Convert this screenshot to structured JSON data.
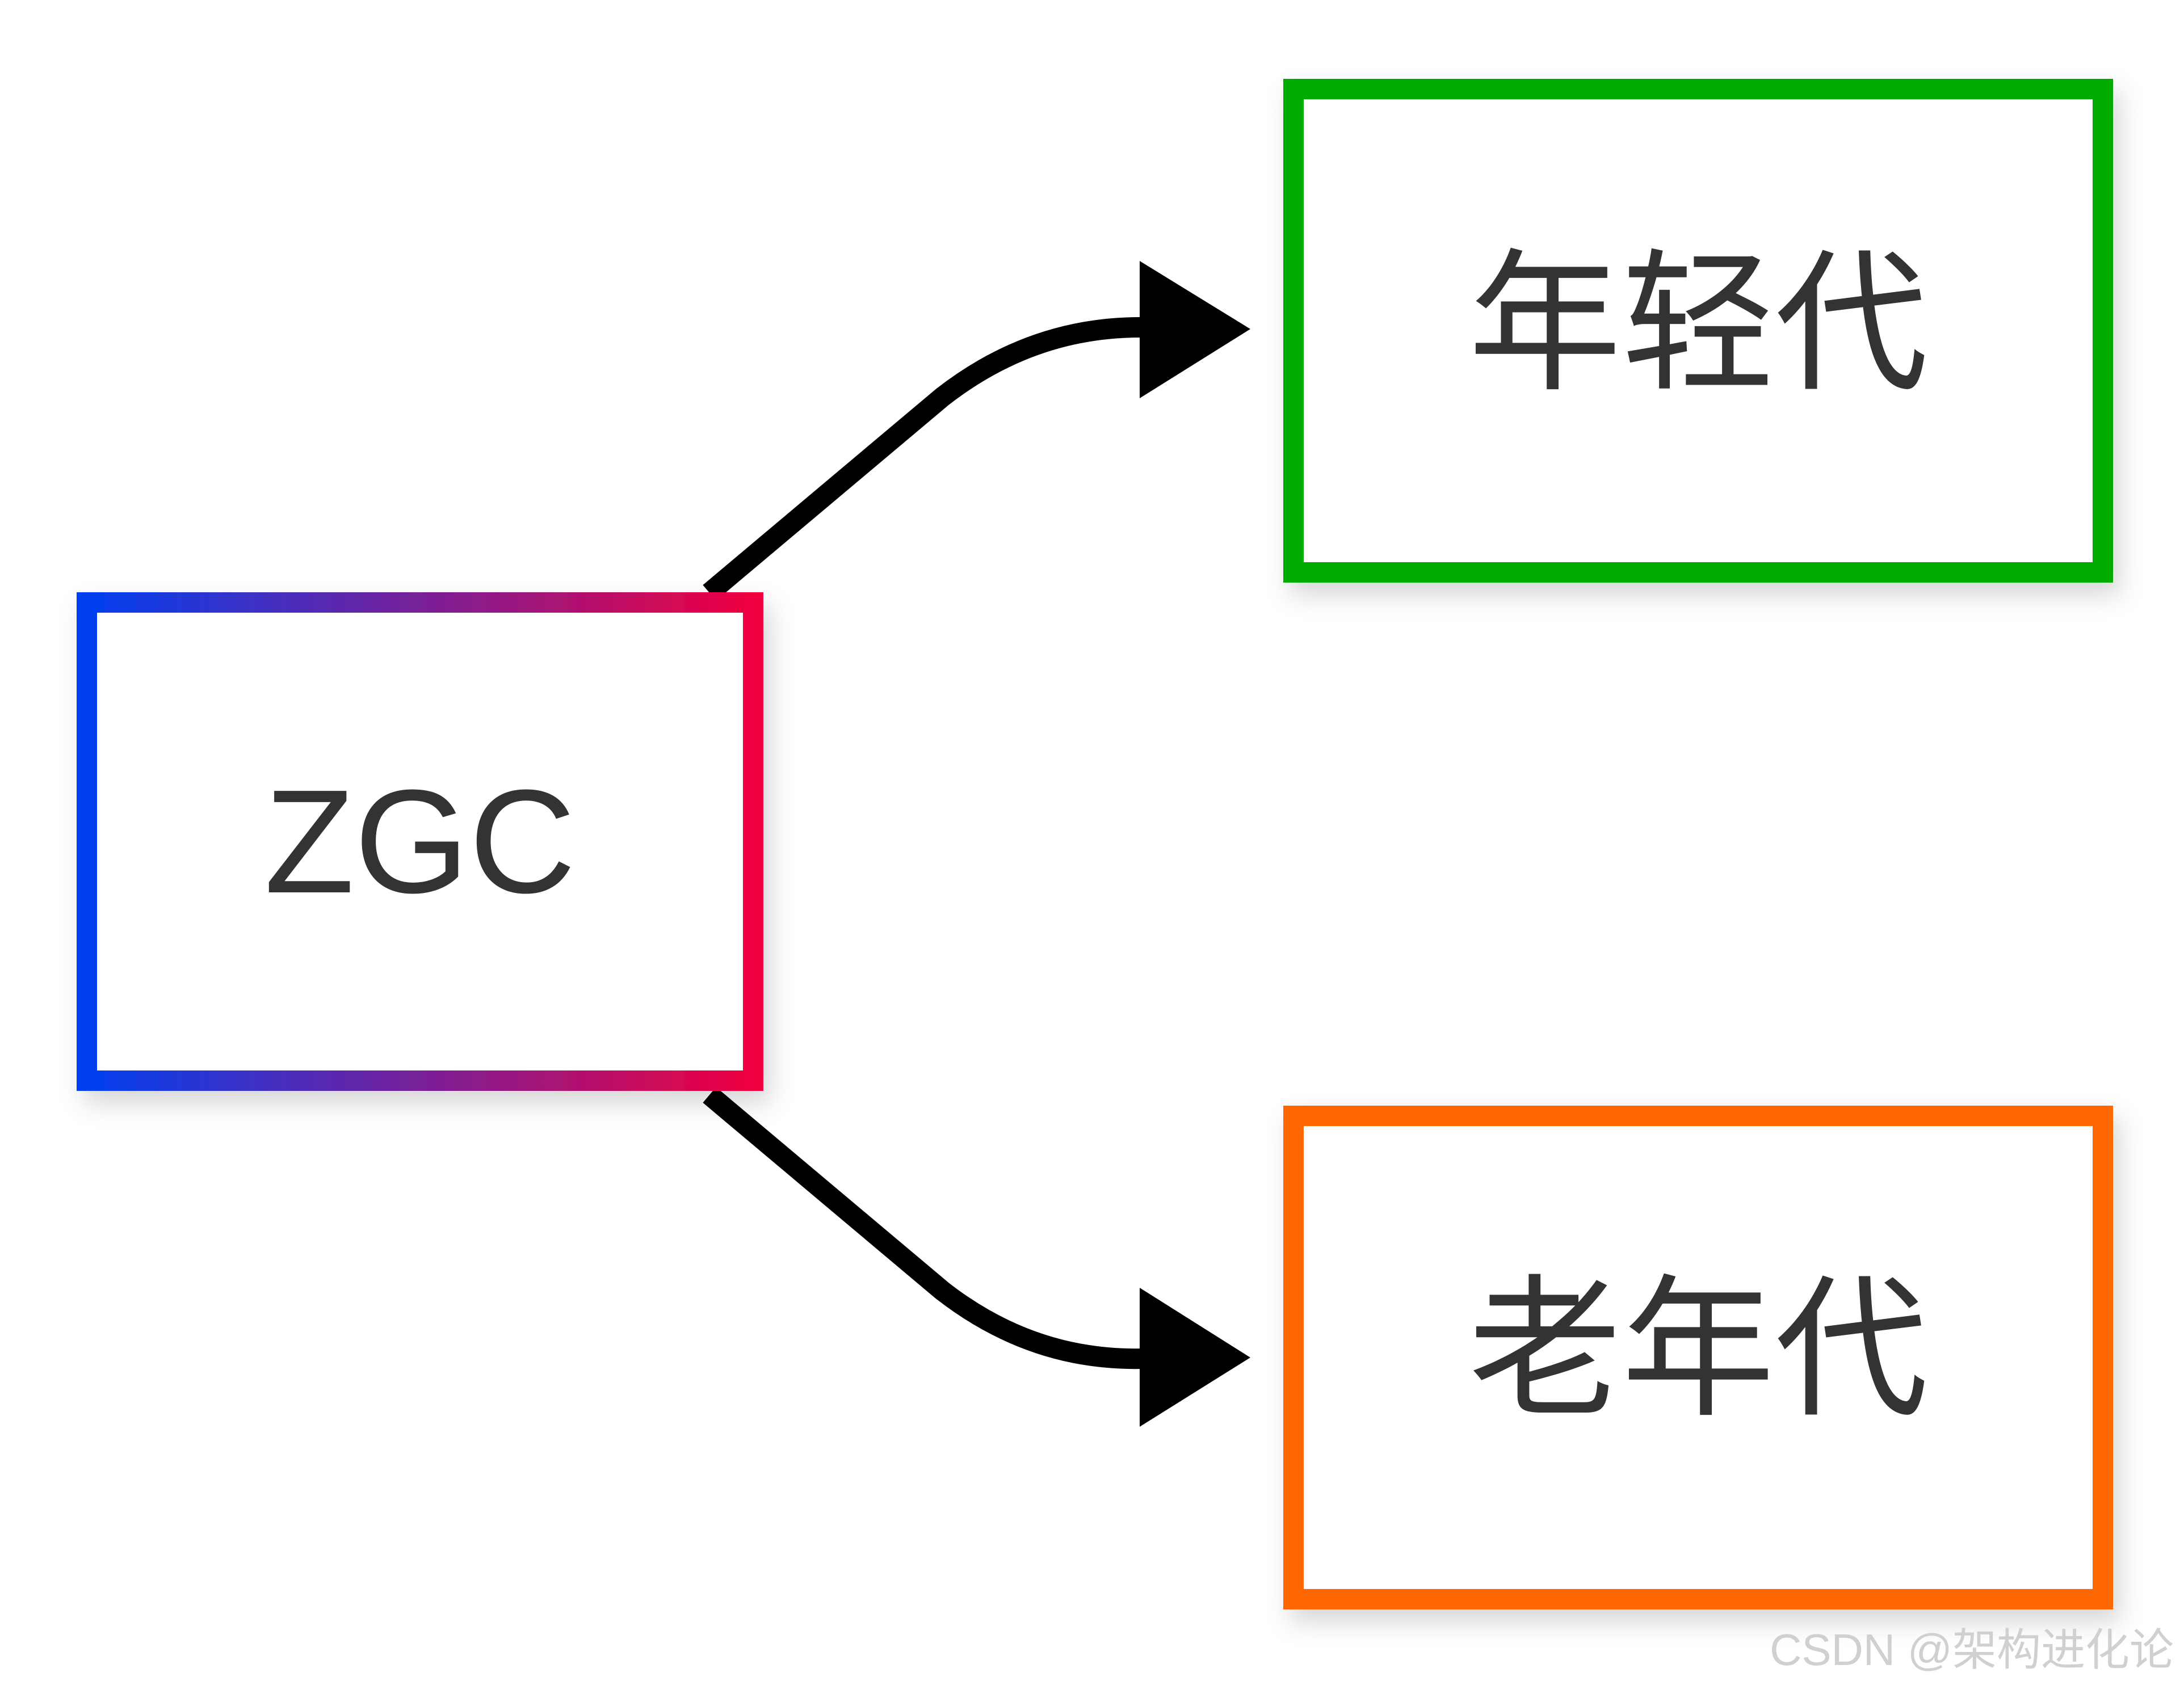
{
  "diagram": {
    "nodes": [
      {
        "id": "zgc",
        "label": "ZGC",
        "border": "gradient",
        "gradient_from": "#0040F0",
        "gradient_to": "#F00040"
      },
      {
        "id": "young",
        "label": "年轻代",
        "border": "#00AA00"
      },
      {
        "id": "old",
        "label": "老年代",
        "border": "#FF6600"
      }
    ],
    "edges": [
      {
        "from": "zgc",
        "to": "young",
        "color": "#000000"
      },
      {
        "from": "zgc",
        "to": "old",
        "color": "#000000"
      }
    ],
    "text_color": "#333333",
    "watermark": "CSDN @架构进化论"
  }
}
